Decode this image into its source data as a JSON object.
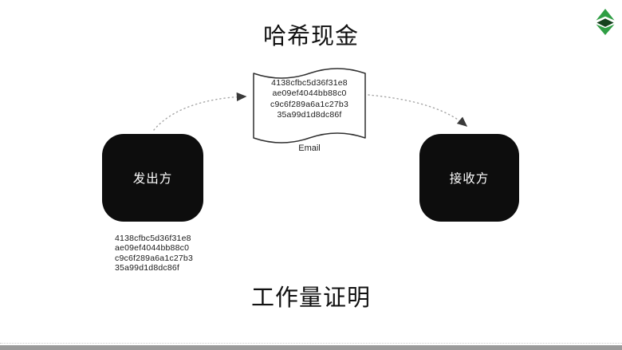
{
  "page": {
    "title": "哈希现金",
    "footer_title": "工作量证明"
  },
  "logo": {
    "name": "ethereum-classic-logo",
    "green": "#2F9E44",
    "dark_green": "#16421E"
  },
  "diagram": {
    "email_note": {
      "hash_lines": [
        "4138cfbc5d36f31e8",
        "ae09ef4044bb88c0",
        "c9c6f289a6a1c27b3",
        "35a99d1d8dc86f"
      ],
      "label": "Email"
    },
    "sender": {
      "label": "发出方"
    },
    "receiver": {
      "label": "接收方"
    },
    "sender_hash_lines": [
      "4138cfbc5d36f31e8",
      "ae09ef4044bb88c0",
      "c9c6f289a6a1c27b3",
      "35a99d1d8dc86f"
    ],
    "colors": {
      "node_fill": "#0d0d0d",
      "node_text": "#ffffff",
      "shape_stroke": "#2f2f2f",
      "arrow_dots": "#a6a6a6",
      "arrowhead": "#3a3a3a"
    }
  },
  "scrollbar": {
    "color": "#9b9b9b"
  }
}
